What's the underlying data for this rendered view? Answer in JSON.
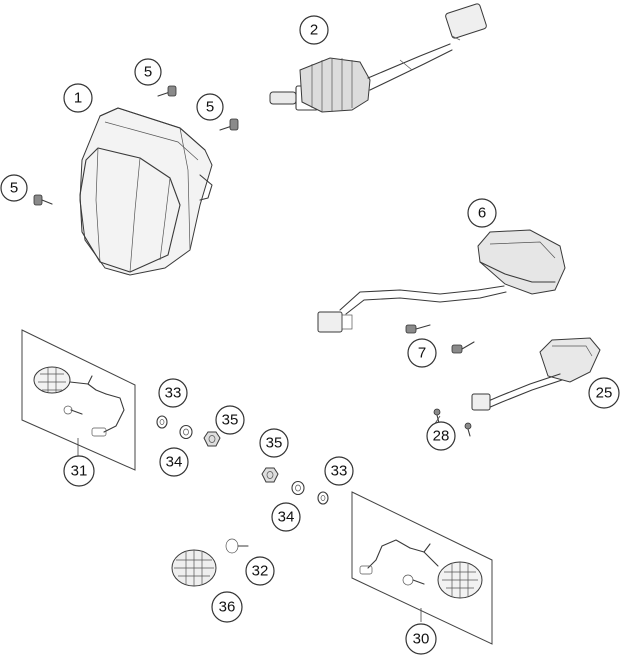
{
  "callouts": [
    {
      "id": "c1",
      "label": "1"
    },
    {
      "id": "c2",
      "label": "2"
    },
    {
      "id": "c5a",
      "label": "5"
    },
    {
      "id": "c5b",
      "label": "5"
    },
    {
      "id": "c5c",
      "label": "5"
    },
    {
      "id": "c6",
      "label": "6"
    },
    {
      "id": "c7",
      "label": "7"
    },
    {
      "id": "c25",
      "label": "25"
    },
    {
      "id": "c28",
      "label": "28"
    },
    {
      "id": "c31",
      "label": "31"
    },
    {
      "id": "c33a",
      "label": "33"
    },
    {
      "id": "c34a",
      "label": "34"
    },
    {
      "id": "c35a",
      "label": "35"
    },
    {
      "id": "c35b",
      "label": "35"
    },
    {
      "id": "c34b",
      "label": "34"
    },
    {
      "id": "c33b",
      "label": "33"
    },
    {
      "id": "c32",
      "label": "32"
    },
    {
      "id": "c36",
      "label": "36"
    },
    {
      "id": "c30",
      "label": "30"
    }
  ]
}
